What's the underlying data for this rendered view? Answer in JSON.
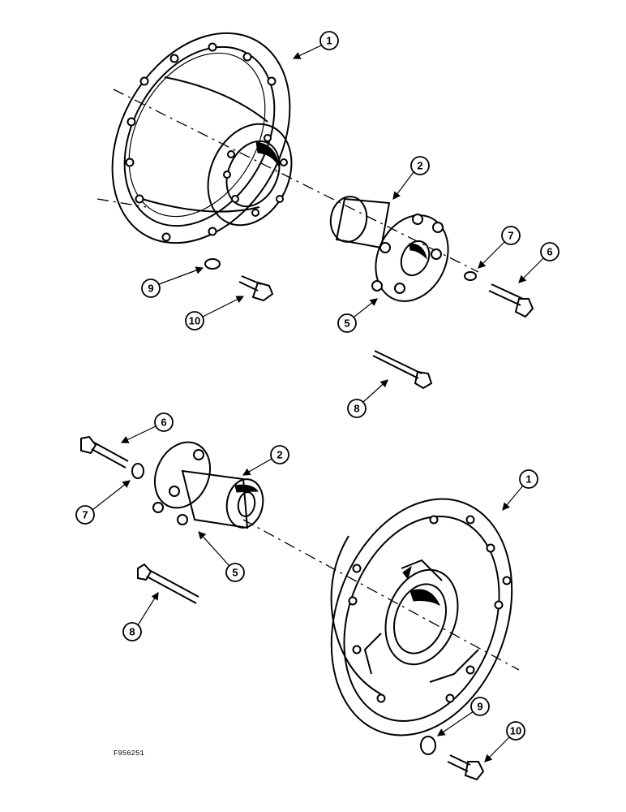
{
  "figure_id": "F956251",
  "callouts": {
    "top_1": "1",
    "top_2": "2",
    "top_5": "5",
    "top_6": "6",
    "top_7": "7",
    "top_8": "8",
    "top_9": "9",
    "top_10": "10",
    "bot_1": "1",
    "bot_2": "2",
    "bot_5": "5",
    "bot_6": "6",
    "bot_7": "7",
    "bot_8": "8",
    "bot_9": "9",
    "bot_10": "10"
  }
}
